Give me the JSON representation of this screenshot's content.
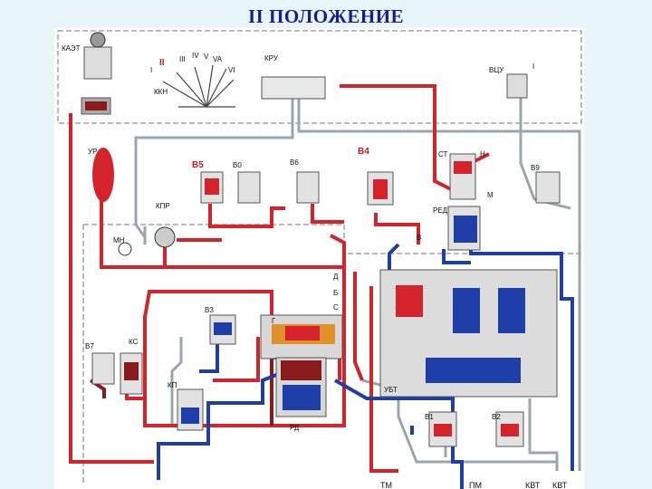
{
  "title": "II ПОЛОЖЕНИЕ",
  "labels": {
    "kaet": "КАЭТ",
    "kku": "ККН",
    "kru": "КРУ",
    "vtsu": "ВЦУ",
    "ur": "УР",
    "kpr": "КПР",
    "mn": "МН",
    "b5": "В5",
    "v0": "В0",
    "v6": "В6",
    "b4": "В4",
    "st": "СТ",
    "n": "Н",
    "m": "М",
    "red": "РЕД",
    "v9": "В9",
    "v": "В",
    "d": "Д",
    "b": "Б",
    "c": "С",
    "g": "Г",
    "v3": "В3",
    "v7": "В7",
    "kc": "КС",
    "kp": "КП",
    "rd": "РД",
    "ubt": "УБТ",
    "v1": "В1",
    "v2": "В2",
    "tm": "ТМ",
    "pm": "ПМ",
    "kvt1": "КВТ",
    "kvt2": "КВТ",
    "pos_1": "I",
    "pos_2": "II",
    "pos_3": "III",
    "pos_4": "IV",
    "pos_5": "V",
    "pos_5a": "VA",
    "pos_6": "VI",
    "vtsu_pos": "I"
  },
  "colors": {
    "pressure": "#d4232b",
    "brake": "#1f3fa8",
    "control": "#9aa6ae",
    "background": "#e9f6f9"
  }
}
